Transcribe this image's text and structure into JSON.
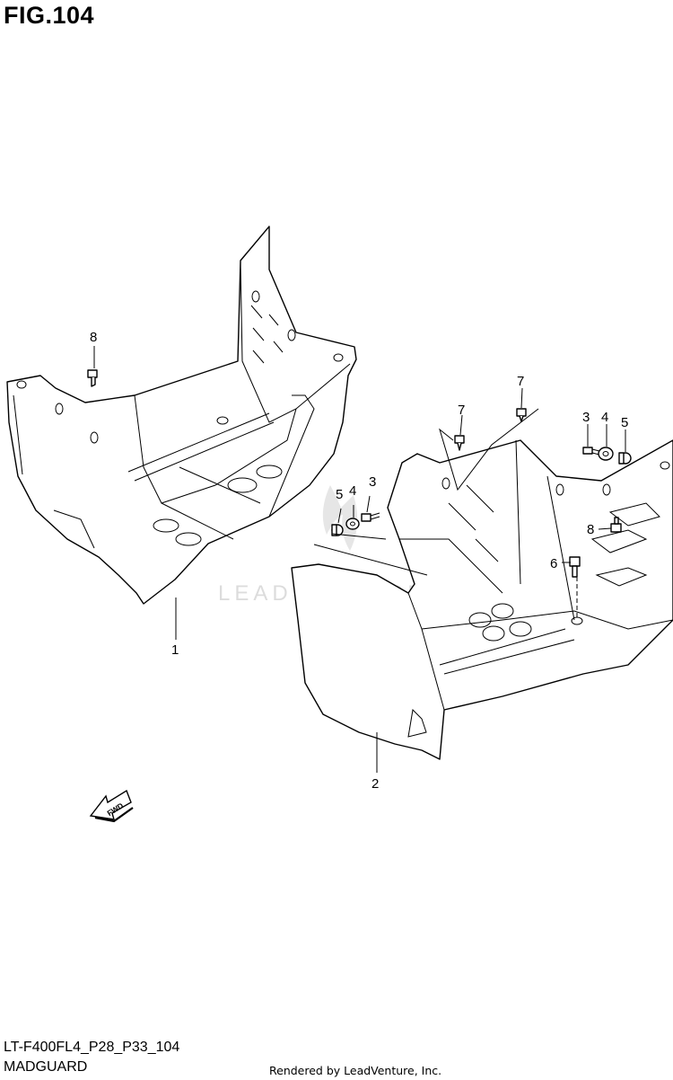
{
  "figure": {
    "title": "FIG.104",
    "model_code": "LT-F400FL4_P28_P33_104",
    "name": "MADGUARD",
    "credit": "Rendered by LeadVenture, Inc.",
    "watermark": "LEADVENTURE",
    "fwd_label": "FWD"
  },
  "callouts": [
    "1",
    "2",
    "3",
    "4",
    "5",
    "6",
    "7",
    "8"
  ],
  "callout_labels": {
    "left_mudguard": "1",
    "right_mudguard": "2",
    "left_bolt_8": "8",
    "left_bolt_5": "5",
    "left_washer_4": "4",
    "left_bolt_3": "3",
    "right_clip_7a": "7",
    "right_clip_7b": "7",
    "right_bolt_3": "3",
    "right_washer_4": "4",
    "right_bolt_5": "5",
    "right_bolt_8": "8",
    "right_bolt_6": "6"
  }
}
